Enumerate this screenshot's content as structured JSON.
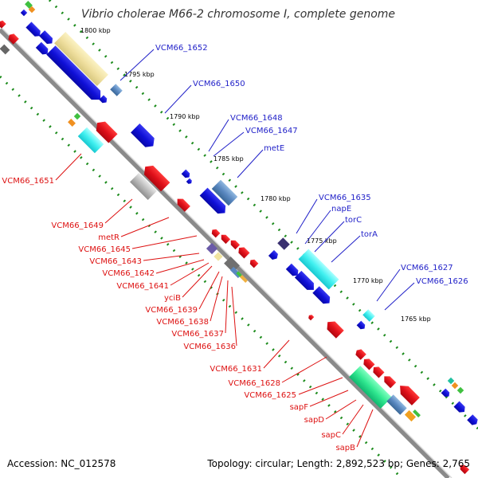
{
  "title": "Vibrio cholerae M66-2 chromosome I, complete genome",
  "footer": {
    "accession": "Accession: NC_012578",
    "topology": "Topology: circular; Length: 2,892,523 bp; Genes: 2,765"
  },
  "colors": {
    "forward_gene": "#1010d8",
    "reverse_gene": "#e0101a",
    "forward_label": "#1f1fc8",
    "reverse_label": "#dd1111",
    "backbone": "#888888",
    "tick": "#1a8a1a"
  },
  "scale_labels": [
    "1800 kbp",
    "1795 kbp",
    "1790 kbp",
    "1785 kbp",
    "1780 kbp",
    "1775 kbp",
    "1770 kbp",
    "1765 kbp"
  ],
  "forward_labels": [
    "VCM66_1652",
    "VCM66_1650",
    "VCM66_1648",
    "VCM66_1647",
    "metE",
    "VCM66_1635",
    "napE",
    "torC",
    "torA",
    "VCM66_1627",
    "VCM66_1626"
  ],
  "reverse_labels": [
    "VCM66_1651",
    "VCM66_1649",
    "metR",
    "VCM66_1645",
    "VCM66_1643",
    "VCM66_1642",
    "VCM66_1641",
    "yciB",
    "VCM66_1639",
    "VCM66_1638",
    "VCM66_1637",
    "VCM66_1636",
    "VCM66_1631",
    "VCM66_1628",
    "VCM66_1625",
    "sapF",
    "sapD",
    "sapC",
    "sapB"
  ]
}
